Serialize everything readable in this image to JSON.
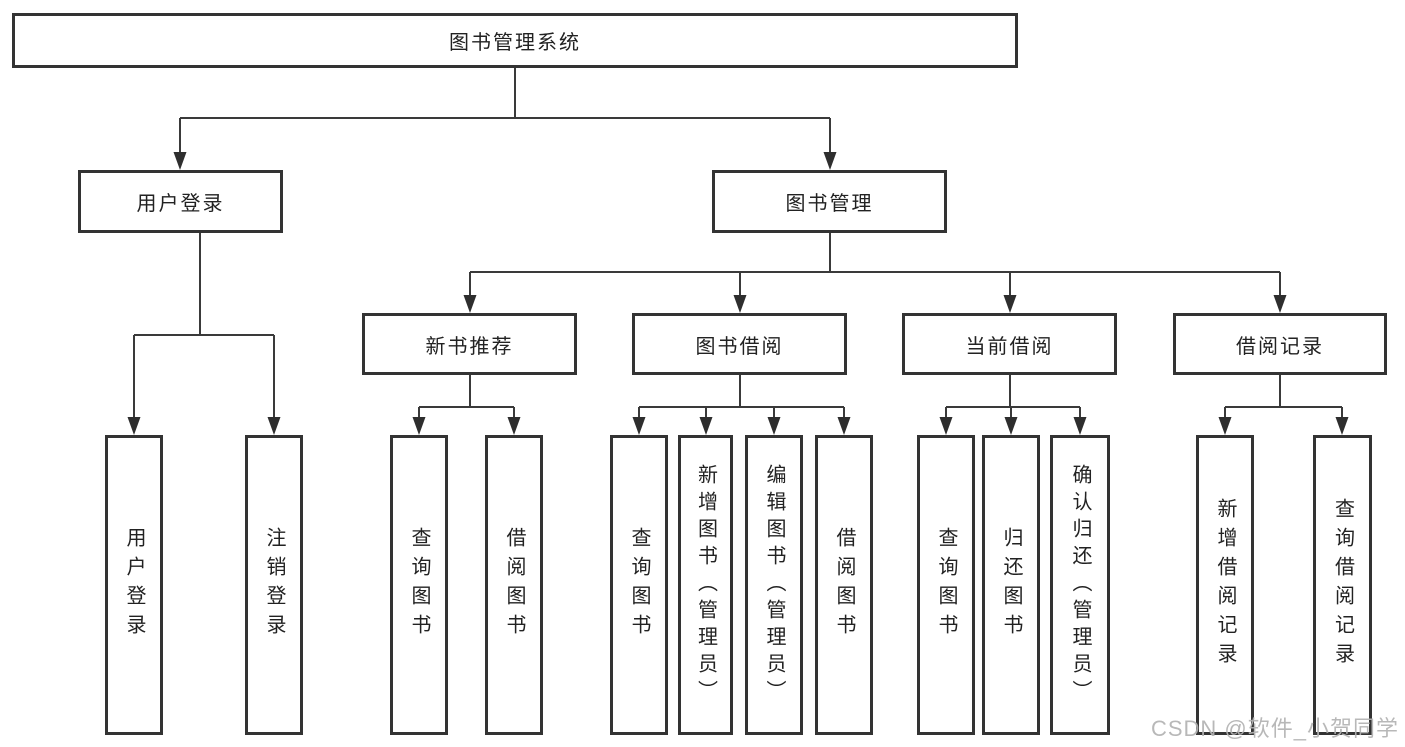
{
  "tree": {
    "root": "图书管理系统",
    "branches": [
      {
        "label": "用户登录",
        "children": [
          "用户登录",
          "注销登录"
        ]
      },
      {
        "label": "图书管理",
        "groups": [
          {
            "label": "新书推荐",
            "children": [
              "查询图书",
              "借阅图书"
            ]
          },
          {
            "label": "图书借阅",
            "children": [
              "查询图书",
              "新增图书（管理员）",
              "编辑图书（管理员）",
              "借阅图书"
            ]
          },
          {
            "label": "当前借阅",
            "children": [
              "查询图书",
              "归还图书",
              "确认归还（管理员）"
            ]
          },
          {
            "label": "借阅记录",
            "children": [
              "新增借阅记录",
              "查询借阅记录"
            ]
          }
        ]
      }
    ]
  },
  "colors": {
    "line": "#3a3a3a",
    "border": "#333333",
    "watermark": "#b3b3b3"
  },
  "watermark": "CSDN @软件_小贺同学"
}
